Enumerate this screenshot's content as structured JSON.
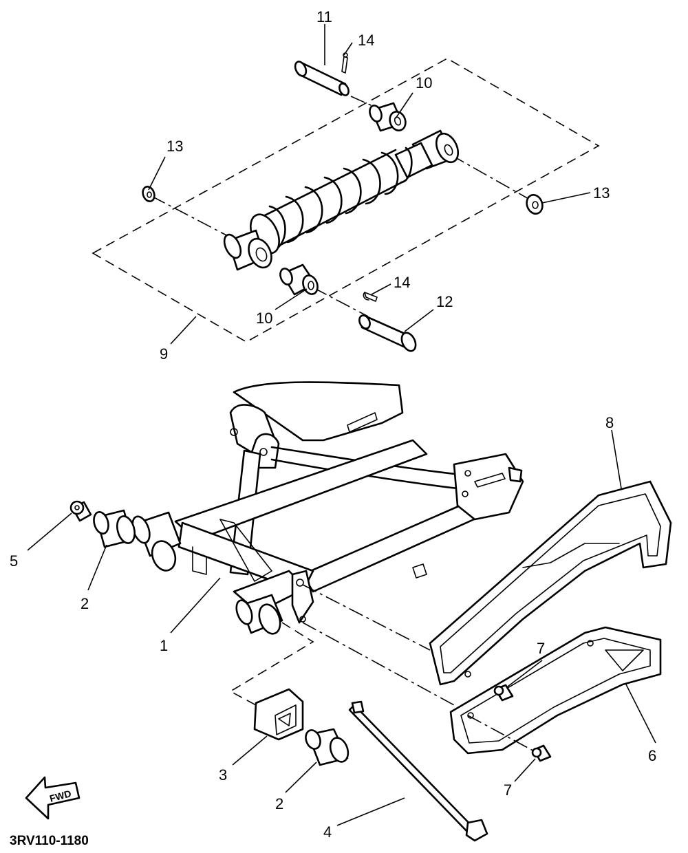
{
  "labels": {
    "l1": "1",
    "l2a": "2",
    "l2b": "2",
    "l3": "3",
    "l4": "4",
    "l5": "5",
    "l6": "6",
    "l7a": "7",
    "l7b": "7",
    "l8": "8",
    "l9": "9",
    "l10a": "10",
    "l10b": "10",
    "l11": "11",
    "l12": "12",
    "l13a": "13",
    "l13b": "13",
    "l14a": "14",
    "l14b": "14"
  },
  "fwd_label": "FWD",
  "diagram_code": "3RV110-1180"
}
